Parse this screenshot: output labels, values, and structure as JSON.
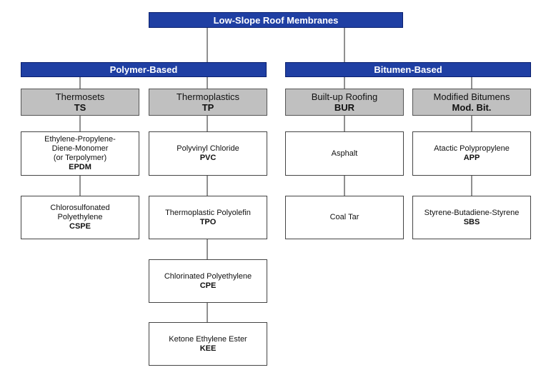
{
  "root": "Low-Slope Roof Membranes",
  "groups": [
    {
      "title": "Polymer-Based",
      "categories": [
        {
          "name": "Thermosets",
          "code": "TS",
          "items": [
            {
              "name_lines": [
                "Ethylene-Propylene-",
                "Diene-Monomer",
                "(or Terpolymer)"
              ],
              "code": "EPDM"
            },
            {
              "name_lines": [
                "Chlorosulfonated",
                "Polyethylene"
              ],
              "code": "CSPE"
            }
          ]
        },
        {
          "name": "Thermoplastics",
          "code": "TP",
          "items": [
            {
              "name_lines": [
                "Polyvinyl Chloride"
              ],
              "code": "PVC"
            },
            {
              "name_lines": [
                "Thermoplastic Polyolefin"
              ],
              "code": "TPO"
            },
            {
              "name_lines": [
                "Chlorinated Polyethylene"
              ],
              "code": "CPE"
            },
            {
              "name_lines": [
                "Ketone Ethylene Ester"
              ],
              "code": "KEE"
            }
          ]
        }
      ]
    },
    {
      "title": "Bitumen-Based",
      "categories": [
        {
          "name": "Built-up Roofing",
          "code": "BUR",
          "items": [
            {
              "name_lines": [
                "Asphalt"
              ],
              "code": ""
            },
            {
              "name_lines": [
                "Coal Tar"
              ],
              "code": ""
            }
          ]
        },
        {
          "name": "Modified Bitumens",
          "code": "Mod. Bit.",
          "items": [
            {
              "name_lines": [
                "Atactic Polypropylene"
              ],
              "code": "APP"
            },
            {
              "name_lines": [
                "Styrene-Butadiene-Styrene"
              ],
              "code": "SBS"
            }
          ]
        }
      ]
    }
  ],
  "colors": {
    "header_fill": "#1f3fa3",
    "header_text": "#ffffff",
    "category_fill": "#c0c0c0",
    "leaf_fill": "#ffffff",
    "line": "#222222"
  }
}
